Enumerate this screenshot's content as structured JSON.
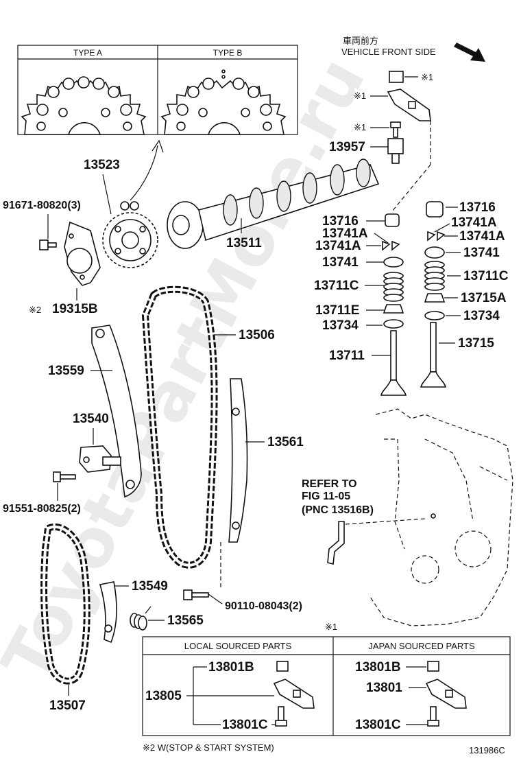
{
  "header": {
    "vehicle_front_jp": "車両前方",
    "vehicle_front_en": "VEHICLE FRONT SIDE"
  },
  "type_box": {
    "type_a": "TYPE A",
    "type_b": "TYPE B"
  },
  "marks": {
    "star1": "※1",
    "star2": "※2"
  },
  "labels": {
    "p13523": "13523",
    "p91671": "91671-80820(3)",
    "p19315b": "19315B",
    "p13511": "13511",
    "p13957": "13957",
    "p13716_l": "13716",
    "p13741a_l1": "13741A",
    "p13741a_l2": "13741A",
    "p13741_l": "13741",
    "p13711c_l": "13711C",
    "p13711e": "13711E",
    "p13734_l": "13734",
    "p13711": "13711",
    "p13716_r": "13716",
    "p13741a_r1": "13741A",
    "p13741a_r2": "13741A",
    "p13741_r": "13741",
    "p13711c_r": "13711C",
    "p13715a": "13715A",
    "p13734_r": "13734",
    "p13715": "13715",
    "p13506": "13506",
    "p13559": "13559",
    "p13540": "13540",
    "p91551": "91551-80825(2)",
    "p13561": "13561",
    "p13549": "13549",
    "p13565": "13565",
    "p90110": "90110-08043(2)",
    "p13507": "13507"
  },
  "refer": {
    "line1": "REFER TO",
    "line2": "FIG 11-05",
    "line3": "(PNC 13516B)"
  },
  "table": {
    "local_header": "LOCAL SOURCED PARTS",
    "japan_header": "JAPAN SOURCED PARTS",
    "local_13801b": "13801B",
    "local_13805": "13805",
    "local_13801c": "13801C",
    "japan_13801b": "13801B",
    "japan_13801": "13801",
    "japan_13801c": "13801C"
  },
  "footnote": "※2  W(STOP & START SYSTEM)",
  "figure_code": "131986C",
  "watermark": "ToyotaPartMore.ru"
}
